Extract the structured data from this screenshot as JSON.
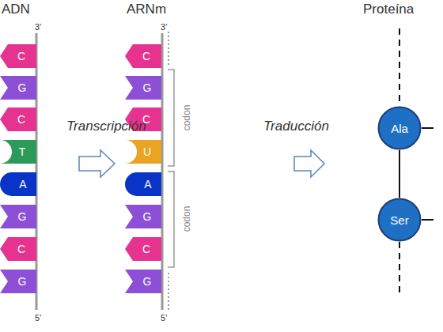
{
  "diagram": {
    "nodes": [
      {
        "text": [
          "C"
        ]
      },
      {
        "text": [
          "G"
        ]
      },
      {
        "text": [
          "C"
        ]
      },
      {
        "text": [
          "T"
        ]
      },
      {
        "text": [
          "A"
        ]
      },
      {
        "text": [
          "G"
        ]
      },
      {
        "text": [
          "C"
        ]
      },
      {
        "text": [
          "G"
        ]
      },
      {
        "text": [
          "C"
        ]
      },
      {
        "text": [
          "G"
        ]
      },
      {
        "text": [
          "C"
        ]
      },
      {
        "text": [
          "U"
        ]
      },
      {
        "text": [
          "A"
        ]
      },
      {
        "text": [
          "G"
        ]
      },
      {
        "text": [
          "C"
        ]
      },
      {
        "text": [
          "G"
        ]
      },
      {
        "text": [
          "Ala"
        ]
      },
      {
        "text": [
          "Ser"
        ]
      }
    ],
    "edges": [
      {
        "from": 16,
        "to": 17,
        "arrow": "none"
      }
    ],
    "labels": [
      "ADN",
      "3’",
      "5’",
      "Transcripción",
      "ARNm",
      "3’",
      "5’",
      "codon",
      "codon",
      "Traducción",
      "Proteína"
    ]
  }
}
